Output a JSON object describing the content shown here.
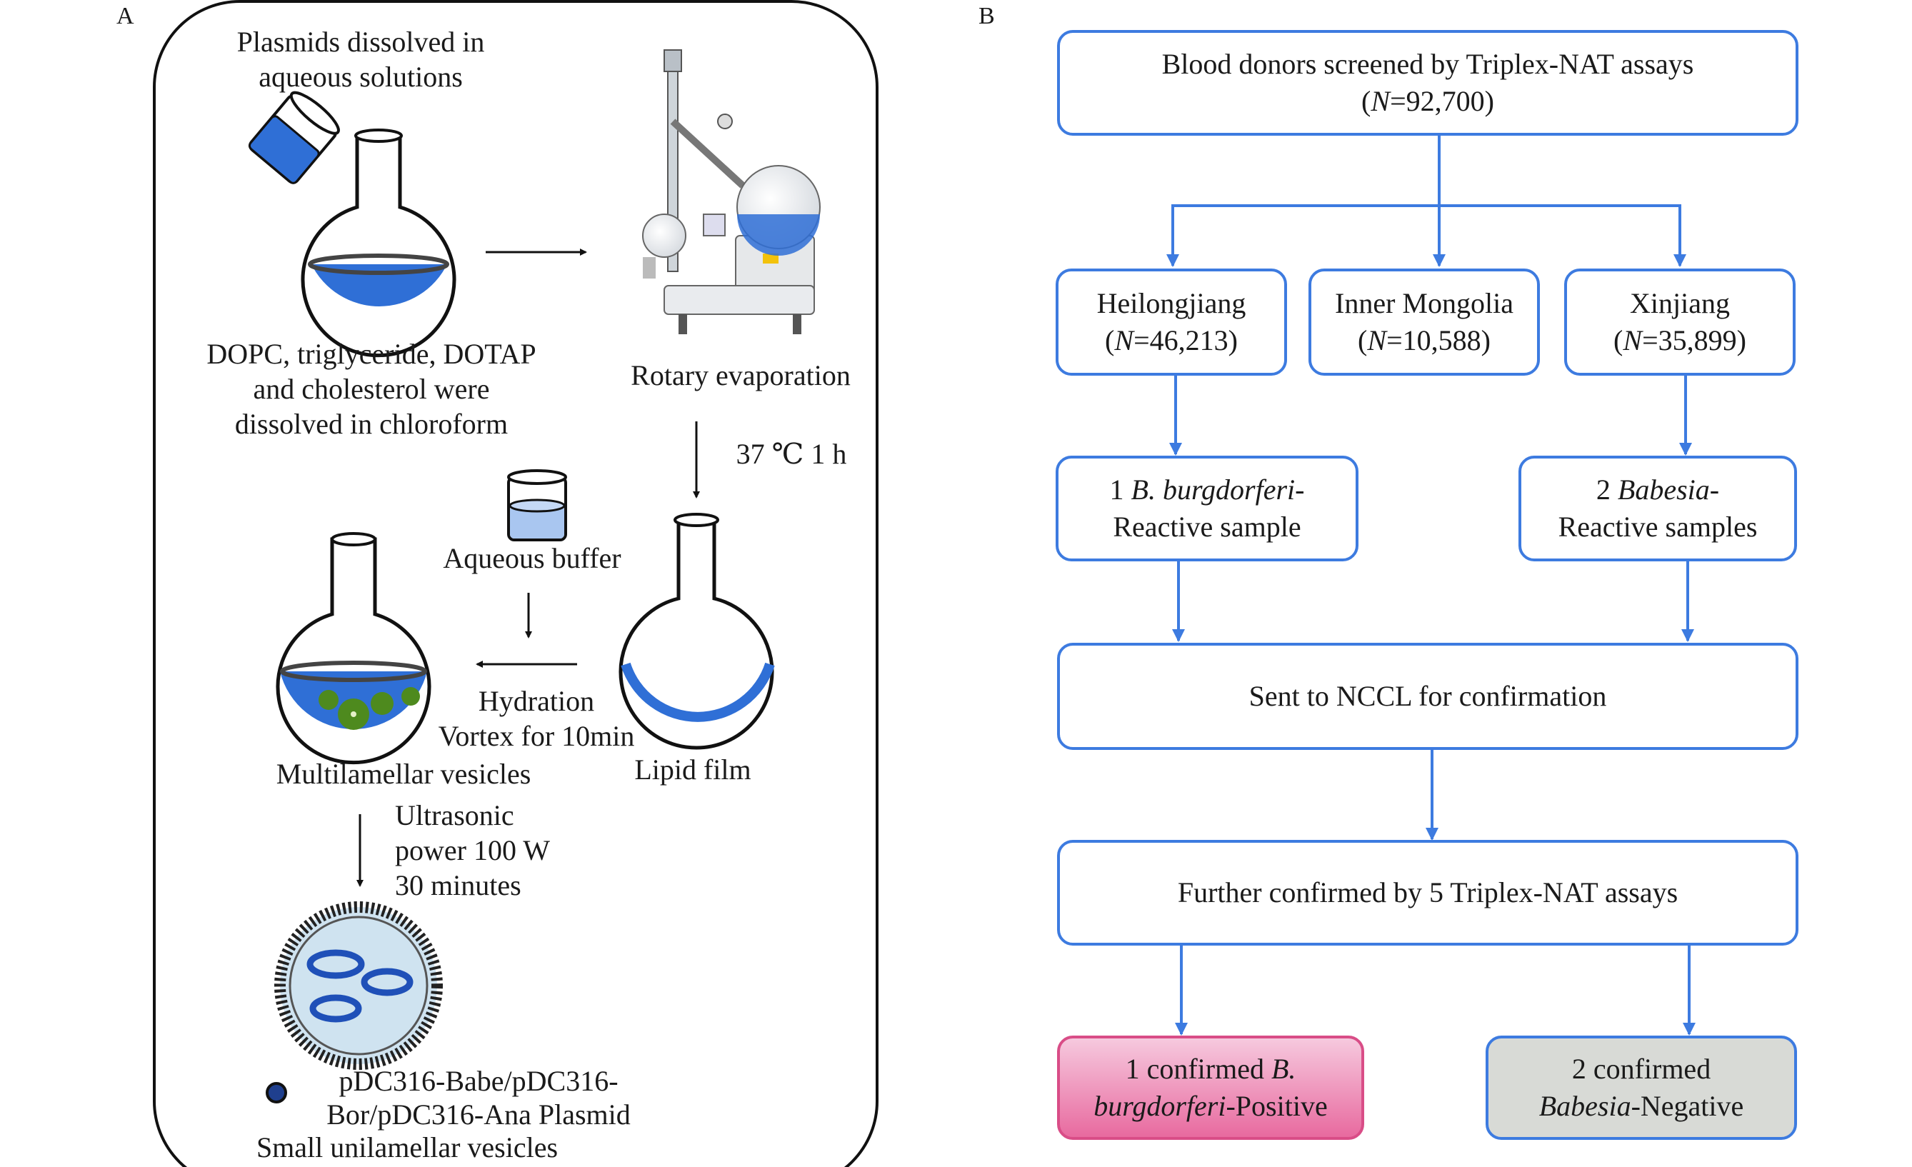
{
  "panelA": {
    "letter": "A",
    "plasmids_line1": "Plasmids dissolved in",
    "plasmids_line2": "aqueous solutions",
    "dopc_line1": "DOPC, triglyceride, DOTAP",
    "dopc_line2": "and cholesterol were",
    "dopc_line3": "dissolved in chloroform",
    "rotary": "Rotary evaporation",
    "temp": "37 ℃ 1 h",
    "aqueous_buffer": "Aqueous buffer",
    "hydration_line1": "Hydration",
    "hydration_line2": "Vortex for 10min",
    "multilamellar": "Multilamellar vesicles",
    "lipid_film": "Lipid film",
    "ultrasonic_line1": "Ultrasonic",
    "ultrasonic_line2": "power 100 W",
    "ultrasonic_line3": "30 minutes",
    "legend_line1": "pDC316-Babe/pDC316-",
    "legend_line2": "Bor/pDC316-Ana Plasmid",
    "small_vesicles": "Small unilamellar vesicles"
  },
  "panelB": {
    "letter": "B",
    "top_line1": "Blood donors screened by Triplex-NAT assays",
    "top_n_label": "N",
    "top_n_value": "=92,700)",
    "region1_name": "Heilongjiang",
    "region1_n": "=46,213)",
    "region2_name": "Inner Mongolia",
    "region2_n": "=10,588)",
    "region3_name": "Xinjiang",
    "region3_n": "=35,899)",
    "reactive1_prefix": "1 ",
    "reactive1_species": "B. burgdorferi",
    "reactive1_suffix": "-",
    "reactive1_line2": "Reactive sample",
    "reactive2_prefix": "2 ",
    "reactive2_species": "Babesia",
    "reactive2_suffix": "-",
    "reactive2_line2": "Reactive samples",
    "nccl": "Sent to NCCL for confirmation",
    "further": "Further confirmed by 5 Triplex-NAT assays",
    "result1_line1_prefix": "1 confirmed ",
    "result1_line1_species": "B.",
    "result1_line2_species": "burgdorferi",
    "result1_line2_suffix": "-Positive",
    "result2_line1": "2 confirmed",
    "result2_line2_species": "Babesia",
    "result2_line2_suffix": "-Negative"
  },
  "colors": {
    "arrow_blue": "#3d7be0",
    "flask_liquid": "#2f6fd6",
    "vesicle_green": "#4e8a1e",
    "positive_pink": "#e86a9f",
    "negative_gray": "#d8dad6"
  }
}
